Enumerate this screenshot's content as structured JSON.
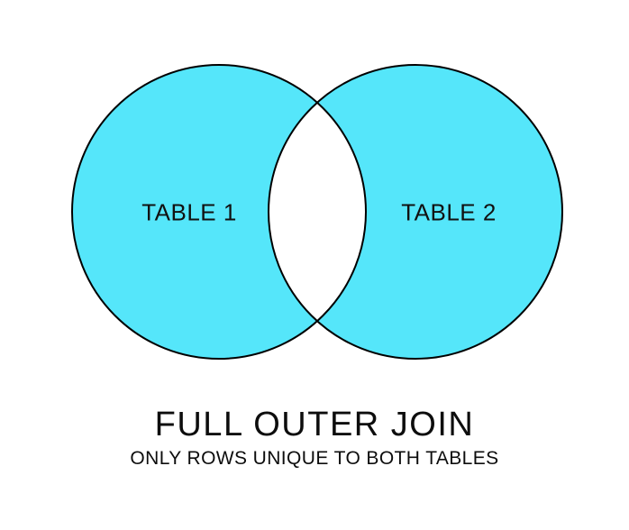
{
  "diagram": {
    "type": "venn-two-circles",
    "title": "FULL OUTER JOIN",
    "subtitle": "ONLY ROWS UNIQUE TO BOTH TABLES",
    "sets": [
      {
        "label": "TABLE 1",
        "region_filled": true
      },
      {
        "label": "TABLE 2",
        "region_filled": true
      }
    ],
    "intersection_filled": false,
    "colors": {
      "set_fill": "#55E6FA",
      "circle_outline": "#000000",
      "background": "#FFFFFF",
      "text": "#0D0D0D"
    }
  }
}
